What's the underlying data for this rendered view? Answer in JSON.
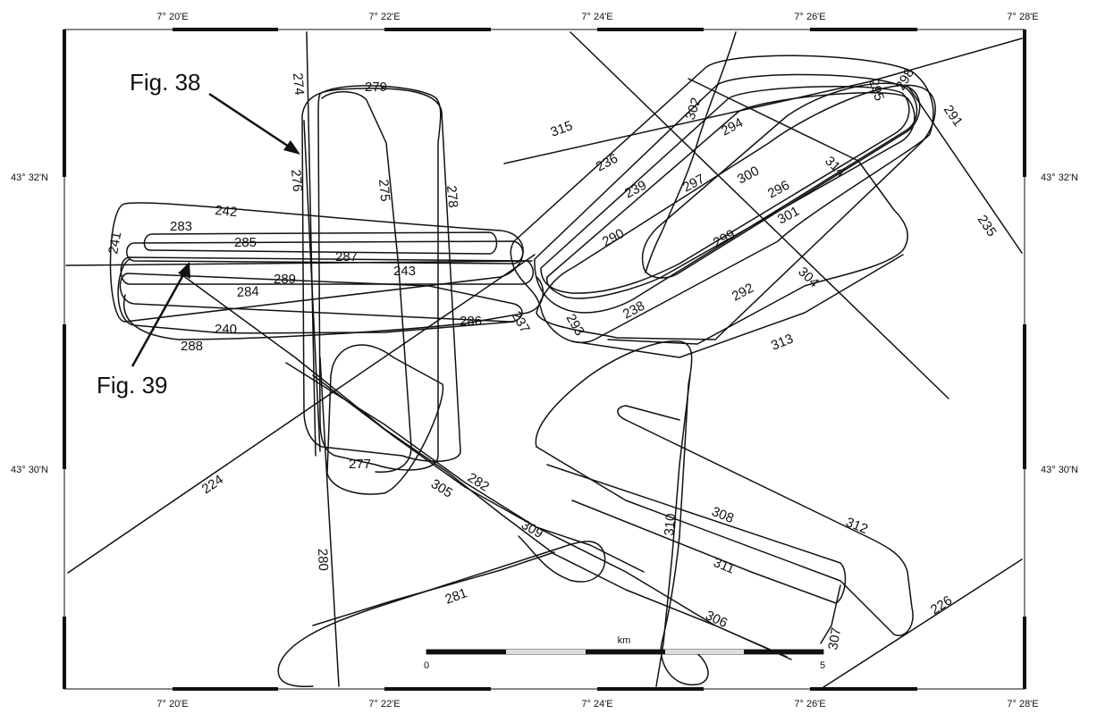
{
  "coords": {
    "top": [
      "7° 20'E",
      "7° 22'E",
      "7° 24'E",
      "7° 26'E",
      "7° 28'E"
    ],
    "bottom": [
      "7° 20'E",
      "7° 22'E",
      "7° 24'E",
      "7° 26'E",
      "7° 28'E"
    ],
    "left": [
      "43° 32'N",
      "43° 30'N"
    ],
    "right": [
      "43° 32'N",
      "43° 30'N"
    ]
  },
  "figures": {
    "fig38": "Fig. 38",
    "fig39": "Fig. 39"
  },
  "scale": {
    "unit": "km",
    "start": "0",
    "end": "5"
  },
  "track_labels": {
    "t224": "224",
    "t226": "226",
    "t235": "235",
    "t236": "236",
    "t237": "237",
    "t238": "238",
    "t239": "239",
    "t240": "240",
    "t241": "241",
    "t242": "242",
    "t243": "243",
    "t274": "274",
    "t275": "275",
    "t276": "276",
    "t277": "277",
    "t278": "278",
    "t279": "279",
    "t280": "280",
    "t281": "281",
    "t282": "282",
    "t283": "283",
    "t284": "284",
    "t285": "285",
    "t286": "286",
    "t287": "287",
    "t288": "288",
    "t289": "289",
    "t290": "290",
    "t291": "291",
    "t292": "292",
    "t293": "293",
    "t294": "294",
    "t295": "295",
    "t296": "296",
    "t297": "297",
    "t298": "298",
    "t299": "299",
    "t300": "300",
    "t301": "301",
    "t302": "302",
    "t304": "304",
    "t305": "305",
    "t306": "306",
    "t307": "307",
    "t308": "308",
    "t309": "309",
    "t310": "310",
    "t311": "311",
    "t312": "312",
    "t313": "313",
    "t314": "314",
    "t315": "315"
  },
  "colors": {
    "ink": "#111111",
    "background": "#ffffff",
    "scale_light": "#cccccc"
  }
}
